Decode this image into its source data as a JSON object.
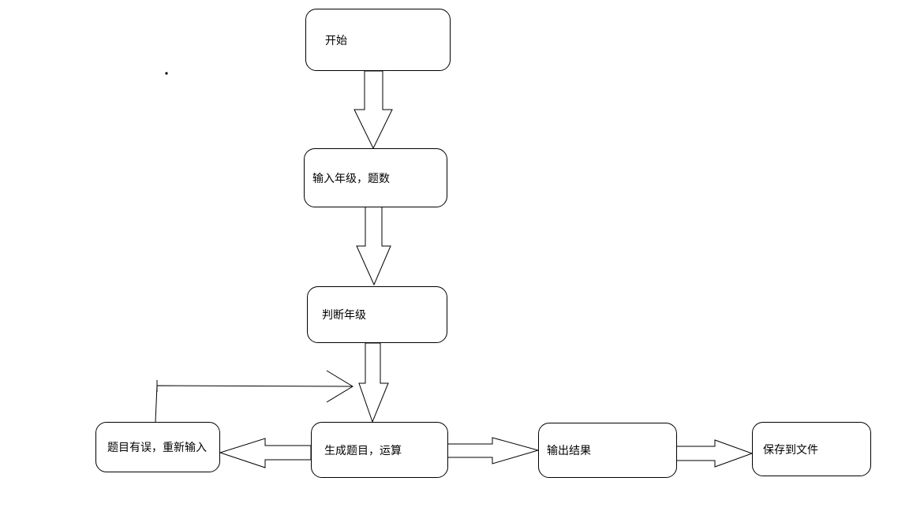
{
  "flowchart": {
    "nodes": {
      "start": "开始",
      "input_grade": "输入年级，题数",
      "judge_grade": "判断年级",
      "generate": "生成题目，运算",
      "error_reinput": "题目有误，重新输入",
      "output_result": "输出结果",
      "save_file": "保存到文件"
    },
    "edges": [
      [
        "开始",
        "输入年级，题数"
      ],
      [
        "输入年级，题数",
        "判断年级"
      ],
      [
        "判断年级",
        "生成题目，运算"
      ],
      [
        "生成题目，运算",
        "题目有误，重新输入"
      ],
      [
        "题目有误，重新输入",
        "生成题目，运算"
      ],
      [
        "生成题目，运算",
        "输出结果"
      ],
      [
        "输出结果",
        "保存到文件"
      ]
    ]
  },
  "colors": {
    "stroke": "#000000",
    "fill": "#ffffff"
  }
}
